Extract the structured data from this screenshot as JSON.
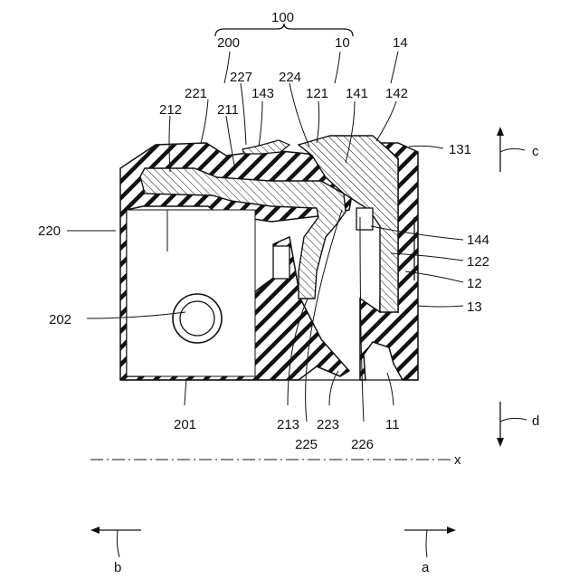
{
  "labels": {
    "l100": "100",
    "l200": "200",
    "l10": "10",
    "l14": "14",
    "l227": "227",
    "l224": "224",
    "l221": "221",
    "l143": "143",
    "l121": "121",
    "l141": "141",
    "l142": "142",
    "l212": "212",
    "l211": "211",
    "l131": "131",
    "l220": "220",
    "l144": "144",
    "l122": "122",
    "l12": "12",
    "l13": "13",
    "l202": "202",
    "l201": "201",
    "l213": "213",
    "l223": "223",
    "l11": "11",
    "l225": "225",
    "l226": "226",
    "lc": "c",
    "ld": "d",
    "lx": "x",
    "lb": "b",
    "la": "a"
  }
}
